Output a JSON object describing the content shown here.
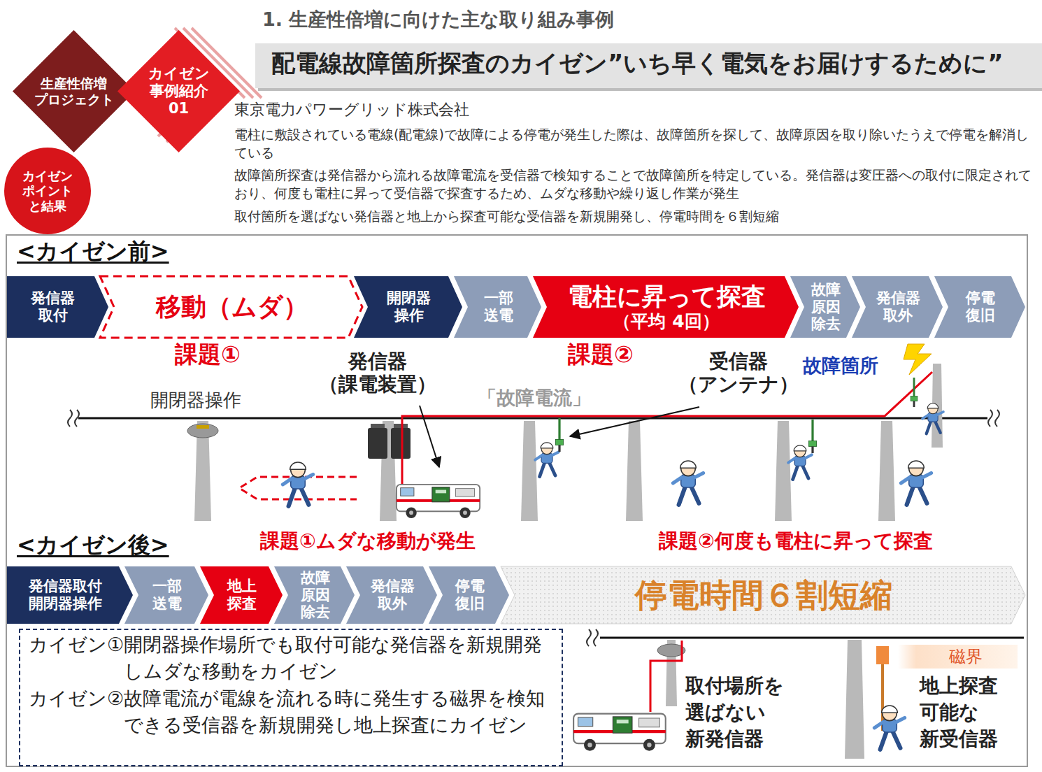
{
  "diagram": {
    "title": "配電線故障箇所探査のカイゼン”いち早く電気をお届けするために”",
    "nodes": [
      {
        "text": [
          "生産性倍増 プロジェクト"
        ]
      },
      {
        "text": [
          "カイゼン 事例紹介 01"
        ]
      },
      {
        "text": [
          "カイゼン ポイント と結果"
        ]
      },
      {
        "text": [
          "<カイゼン前>",
          "<カイゼン後>"
        ]
      },
      {
        "text": [
          "発信器 取付"
        ],
        "in": 3
      },
      {
        "text": [
          "移動（ムダ）"
        ],
        "in": 3
      },
      {
        "text": [
          "開閉器 操作"
        ],
        "in": 3
      },
      {
        "text": [
          "一部 送電"
        ],
        "in": 3
      },
      {
        "text": [
          "電柱に昇って探査",
          "（平均 4回）"
        ],
        "in": 3
      },
      {
        "text": [
          "故障 原因 除去"
        ],
        "in": 3
      },
      {
        "text": [
          "発信器 取外"
        ],
        "in": 3
      },
      {
        "text": [
          "停電 復旧"
        ],
        "in": 3
      },
      {
        "text": [
          "発信器取付 開閉器操作"
        ],
        "in": 3
      },
      {
        "text": [
          "一部 送電"
        ],
        "in": 3
      },
      {
        "text": [
          "地上 探査"
        ],
        "in": 3
      },
      {
        "text": [
          "故障 原因 除去"
        ],
        "in": 3
      },
      {
        "text": [
          "発信器 取外"
        ],
        "in": 3
      },
      {
        "text": [
          "停電 復旧"
        ],
        "in": 3
      },
      {
        "text": [
          "停電時間６割短縮"
        ],
        "in": 3
      },
      {
        "text": [
          "カイゼン①開閉器操作場所でも取付可能な発信器を新規開発しムダな移動をカイゼン",
          "カイゼン②故障電流が電線を流れる時に発生する磁界を検知できる受信器を新規開発し地上探査にカイゼン"
        ],
        "in": 3
      },
      {
        "text": [
          "磁界"
        ],
        "in": 3
      }
    ],
    "labels": [
      "1. 生産性倍増に向けた主な取り組み事例",
      "東京電力パワーグリッド株式会社",
      "電柱に敷設されている電線(配電線)で故障による停電が発生した際は、故障箇所を探して、故障原因を取り除いたうえで停電を解消している",
      "故障箇所探査は発信器から流れる故障電流を受信器で検知することで故障箇所を特定している。発信器は変圧器への取付に限定されており、何度も電柱に昇って受信器で探査するため、ムダな移動や繰り返し作業が発生",
      "取付箇所を選ばない発信器と地上から探査可能な受信器を新規開発し、停電時間を６割短縮",
      "課題①",
      "発信器 （課電装置）",
      "課題②",
      "受信器 （アンテナ）",
      "故障箇所",
      "開閉器操作",
      "「故障電流」",
      "課題①ムダな移動が発生",
      "課題②何度も電柱に昇って探査",
      "取付場所を 選ばない 新発信器",
      "地上探査 可能な 新受信器"
    ]
  }
}
